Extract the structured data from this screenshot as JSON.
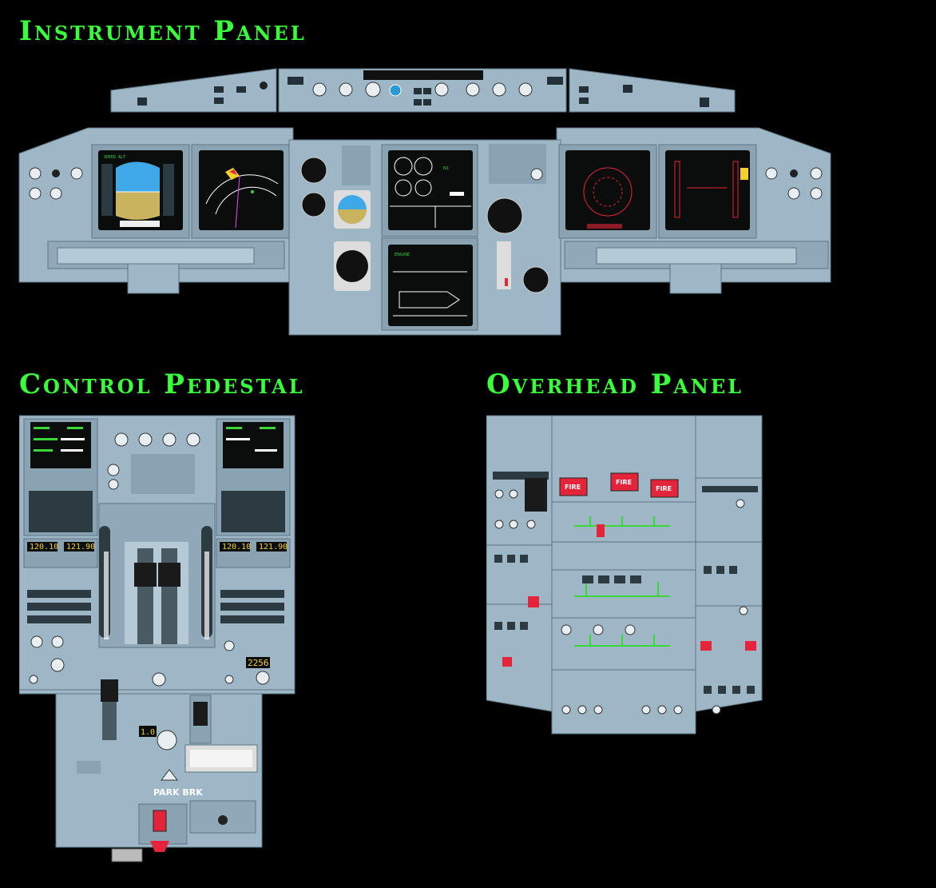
{
  "sections": {
    "instrument_panel": {
      "title": "Instrument Panel"
    },
    "control_pedestal": {
      "title": "Control Pedestal"
    },
    "overhead_panel": {
      "title": "Overhead Panel"
    }
  },
  "colors": {
    "background": "#000000",
    "heading": "#39ff3c",
    "panel": "#9db7c6",
    "panel_dark": "#7f99a8",
    "display": "#0b0d0c",
    "fire": "#e3243a",
    "annunciator": "#3ad63a"
  },
  "pedestal": {
    "rmp_left": {
      "active": "120.10",
      "standby": "121.90"
    },
    "rmp_right": {
      "active": "120.10",
      "standby": "121.90"
    },
    "xpdr_code": "2256",
    "park_brake_label": "PARK BRK",
    "stab_readout": "1.0"
  },
  "overhead": {
    "fire_labels": [
      "FIRE",
      "FIRE",
      "FIRE"
    ]
  },
  "icons": [
    "gauge-icon",
    "knob-icon",
    "switch-icon",
    "thrust-lever-icon",
    "fire-button-icon",
    "keypad-icon"
  ]
}
